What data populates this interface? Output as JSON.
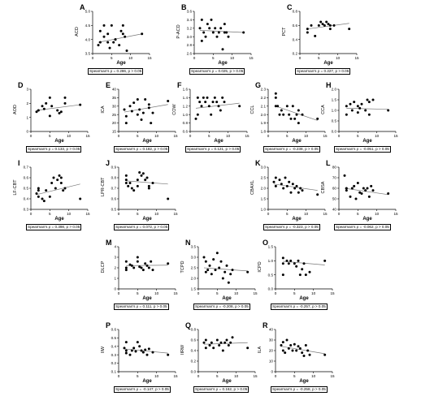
{
  "chart_data": [
    {
      "label": "A",
      "type": "scatter",
      "ylabel": "ACD",
      "xlabel": "Age",
      "yticks": [
        "3.5",
        "4.0",
        "4.5",
        "5.0"
      ],
      "ylim": [
        3.5,
        5.0
      ],
      "xticks": [
        "0",
        "5",
        "10",
        "15"
      ],
      "xlim": [
        0,
        15
      ],
      "x": [
        1.5,
        2,
        2,
        3,
        3,
        4,
        4,
        4.5,
        5,
        5.5,
        6,
        6,
        7,
        7.5,
        8,
        8,
        8.5,
        9,
        13
      ],
      "y": [
        3.8,
        4.3,
        3.9,
        4.5,
        4.1,
        3.9,
        4.2,
        3.7,
        4.5,
        3.9,
        4.0,
        4.0,
        3.8,
        4.3,
        4.5,
        4.2,
        4.1,
        3.6,
        4.2
      ],
      "fit": [
        [
          1.5,
          3.9
        ],
        [
          13,
          4.2
        ]
      ],
      "stat": "Spearman's ρ = 0.286, p > 0.05"
    },
    {
      "label": "B",
      "type": "scatter",
      "ylabel": "P-ACD",
      "xlabel": "Age",
      "yticks": [
        "2.6",
        "2.8",
        "3.0",
        "3.2",
        "3.4",
        "3.6"
      ],
      "ylim": [
        2.6,
        3.6
      ],
      "xticks": [
        "0",
        "5",
        "10",
        "15"
      ],
      "xlim": [
        0,
        15
      ],
      "x": [
        1.5,
        2,
        2,
        2.5,
        3,
        3.5,
        4,
        4.5,
        5,
        5.5,
        6,
        6.5,
        7,
        7.5,
        8,
        8,
        8.5,
        9,
        13
      ],
      "y": [
        3.2,
        3.4,
        2.9,
        3.1,
        3.0,
        3.3,
        3.2,
        3.4,
        3.1,
        3.2,
        3.0,
        3.1,
        3.2,
        2.7,
        3.3,
        3.1,
        3.1,
        3.0,
        3.1
      ],
      "fit": [
        [
          1.5,
          3.15
        ],
        [
          13,
          3.1
        ]
      ],
      "stat": "Spearman's ρ = 0.025, p > 0.05"
    },
    {
      "label": "C",
      "type": "scatter",
      "ylabel": "PCT",
      "xlabel": "Age",
      "yticks": [
        "0.2",
        "0.4",
        "0.6",
        "0.8"
      ],
      "ylim": [
        0.2,
        0.8
      ],
      "xticks": [
        "0",
        "5",
        "10",
        "15"
      ],
      "xlim": [
        0,
        15
      ],
      "x": [
        2,
        2,
        3,
        4,
        5,
        5.5,
        6,
        6.5,
        7,
        7.5,
        8,
        8,
        9,
        13
      ],
      "y": [
        0.55,
        0.5,
        0.6,
        0.45,
        0.6,
        0.65,
        0.62,
        0.6,
        0.65,
        0.62,
        0.6,
        0.55,
        0.6,
        0.55
      ],
      "fit": [
        [
          2,
          0.55
        ],
        [
          13,
          0.63
        ]
      ],
      "stat": "Spearman's ρ = 0.227, p > 0.05"
    },
    {
      "label": "D",
      "type": "scatter",
      "ylabel": "AOD",
      "xlabel": "Age",
      "yticks": [
        "0",
        "1",
        "2",
        "3"
      ],
      "ylim": [
        0,
        3
      ],
      "xticks": [
        "0",
        "5",
        "10",
        "15"
      ],
      "xlim": [
        0,
        15
      ],
      "x": [
        1.5,
        2,
        3,
        3.5,
        4,
        5,
        5,
        5.5,
        7,
        7.5,
        8,
        9,
        9,
        13
      ],
      "y": [
        1.4,
        1.5,
        1.8,
        1.6,
        2.0,
        2.4,
        1.1,
        1.8,
        1.5,
        1.3,
        1.4,
        2.4,
        2.0,
        1.9
      ],
      "fit": [
        [
          1.5,
          1.5
        ],
        [
          13,
          1.9
        ]
      ],
      "stat": "Spearman's ρ = 0.133, p > 0.05"
    },
    {
      "label": "E",
      "type": "scatter",
      "ylabel": "ICA",
      "xlabel": "Age",
      "yticks": [
        "15",
        "20",
        "25",
        "30",
        "35",
        "40"
      ],
      "ylim": [
        15,
        40
      ],
      "xticks": [
        "0",
        "5",
        "10",
        "15"
      ],
      "xlim": [
        0,
        15
      ],
      "x": [
        1.5,
        2,
        2,
        3,
        3.5,
        4,
        5,
        5,
        5.5,
        6,
        6.5,
        7,
        8,
        8,
        8.5,
        9,
        13
      ],
      "y": [
        28,
        24,
        20,
        30,
        27,
        32,
        34,
        25,
        28,
        22,
        26,
        34,
        29,
        31,
        20,
        26,
        33
      ],
      "fit": [
        [
          1.5,
          26.5
        ],
        [
          13,
          31
        ]
      ],
      "stat": "Spearman's ρ = 0.182, p > 0.05"
    },
    {
      "label": "F",
      "type": "scatter",
      "ylabel": "COW",
      "xlabel": "Age",
      "yticks": [
        "0.6",
        "0.8",
        "1.0",
        "1.2",
        "1.4",
        "1.6"
      ],
      "ylim": [
        0.6,
        1.6
      ],
      "xticks": [
        "0",
        "5",
        "10",
        "15"
      ],
      "xlim": [
        0,
        15
      ],
      "x": [
        1.5,
        2,
        2,
        2.5,
        3,
        3.5,
        4,
        4.5,
        5,
        5.5,
        6,
        6.5,
        7,
        7.5,
        8,
        8.5,
        9,
        13
      ],
      "y": [
        0.9,
        1.0,
        1.4,
        1.3,
        1.2,
        1.4,
        1.3,
        1.4,
        1.2,
        1.0,
        1.3,
        1.4,
        1.3,
        1.2,
        1.1,
        1.4,
        1.3,
        1.2
      ],
      "fit": [
        [
          1.5,
          1.15
        ],
        [
          13,
          1.27
        ]
      ],
      "stat": "Spearman's ρ = 0.121, p > 0.05"
    },
    {
      "label": "G",
      "type": "scatter",
      "ylabel": "CCL",
      "xlabel": "Age",
      "yticks": [
        "1.8",
        "1.9",
        "2.0",
        "2.1",
        "2.2",
        "2.3"
      ],
      "ylim": [
        1.8,
        2.3
      ],
      "xticks": [
        "0",
        "5",
        "10",
        "15"
      ],
      "xlim": [
        0,
        15
      ],
      "x": [
        2,
        2,
        2,
        2.5,
        3,
        3.5,
        4,
        5,
        5.5,
        6,
        6.5,
        7,
        7.5,
        8,
        8,
        9,
        13
      ],
      "y": [
        2.25,
        2.2,
        2.1,
        2.1,
        2.0,
        2.05,
        2.0,
        2.1,
        2.0,
        1.95,
        2.1,
        1.95,
        2.0,
        1.9,
        2.05,
        2.0,
        1.95
      ],
      "fit": [
        [
          2,
          2.1
        ],
        [
          13,
          1.93
        ]
      ],
      "stat": "Spearman's ρ = -0.238, p > 0.05"
    },
    {
      "label": "H",
      "type": "scatter",
      "ylabel": "CCA",
      "xlabel": "Age",
      "yticks": [
        "0.0",
        "0.5",
        "1.0",
        "1.5",
        "2.0"
      ],
      "ylim": [
        0,
        2
      ],
      "xticks": [
        "0",
        "5",
        "10",
        "15"
      ],
      "xlim": [
        0,
        15
      ],
      "x": [
        2,
        2,
        3,
        3.5,
        4,
        5,
        5,
        5.5,
        6,
        7,
        7.5,
        8,
        8,
        9,
        13
      ],
      "y": [
        1.2,
        0.8,
        1.3,
        1.0,
        1.4,
        1.2,
        0.9,
        1.1,
        1.3,
        1.0,
        1.5,
        0.8,
        1.4,
        1.5,
        1.0
      ],
      "fit": [
        [
          2,
          1.1
        ],
        [
          13,
          1.05
        ]
      ],
      "stat": "Spearman's ρ = -0.051, p > 0.05"
    },
    {
      "label": "I",
      "type": "scatter",
      "ylabel": "LF-CBT",
      "xlabel": "Age",
      "yticks": [
        "0.3",
        "0.4",
        "0.5",
        "0.6",
        "0.7"
      ],
      "ylim": [
        0.3,
        0.7
      ],
      "xticks": [
        "0",
        "5",
        "10",
        "15"
      ],
      "xlim": [
        0,
        15
      ],
      "x": [
        1.5,
        2,
        2,
        2,
        3,
        3.5,
        4,
        5,
        5.5,
        6,
        6.5,
        7,
        7.5,
        8,
        8,
        8.5,
        9,
        13
      ],
      "y": [
        0.45,
        0.5,
        0.48,
        0.42,
        0.4,
        0.38,
        0.48,
        0.42,
        0.55,
        0.6,
        0.5,
        0.58,
        0.62,
        0.55,
        0.6,
        0.48,
        0.5,
        0.4
      ],
      "fit": [
        [
          1.5,
          0.44
        ],
        [
          13,
          0.54
        ]
      ],
      "stat": "Spearman's ρ = 0.398, p > 0.05"
    },
    {
      "label": "J",
      "type": "scatter",
      "ylabel": "LPR-CBT",
      "xlabel": "Age",
      "yticks": [
        "0.5",
        "0.6",
        "0.7",
        "0.8",
        "0.9"
      ],
      "ylim": [
        0.5,
        0.9
      ],
      "xticks": [
        "0",
        "5",
        "10",
        "15"
      ],
      "xlim": [
        0,
        15
      ],
      "x": [
        2,
        2,
        2,
        2.5,
        3,
        3.5,
        4,
        5,
        5,
        5.5,
        6,
        6.5,
        7,
        7.5,
        8,
        8,
        9,
        13
      ],
      "y": [
        0.82,
        0.78,
        0.75,
        0.72,
        0.75,
        0.7,
        0.68,
        0.72,
        0.78,
        0.85,
        0.82,
        0.84,
        0.78,
        0.8,
        0.72,
        0.7,
        0.75,
        0.6
      ],
      "fit": [
        [
          2,
          0.77
        ],
        [
          13,
          0.74
        ]
      ],
      "stat": "Spearman's ρ = 0.072, p > 0.05"
    },
    {
      "label": "K",
      "type": "scatter",
      "ylabel": "CBAXL",
      "xlabel": "Age",
      "yticks": [
        "1.0",
        "1.5",
        "2.0",
        "2.5",
        "3.0"
      ],
      "ylim": [
        1,
        3
      ],
      "xticks": [
        "0",
        "5",
        "10",
        "15"
      ],
      "xlim": [
        0,
        15
      ],
      "x": [
        1.5,
        2,
        2,
        3,
        3.5,
        4,
        4.5,
        5,
        5.5,
        6,
        6.5,
        7,
        7.5,
        8,
        8.5,
        9,
        13
      ],
      "y": [
        2.3,
        2.5,
        2.1,
        2.4,
        2.2,
        2.0,
        2.5,
        2.1,
        2.3,
        1.8,
        2.2,
        2.0,
        2.1,
        1.8,
        2.0,
        1.9,
        1.7
      ],
      "fit": [
        [
          1.5,
          2.2
        ],
        [
          13,
          1.9
        ]
      ],
      "stat": "Spearman's ρ = -0.323, p > 0.05"
    },
    {
      "label": "L",
      "type": "scatter",
      "ylabel": "CBSA",
      "xlabel": "Age",
      "yticks": [
        "40",
        "50",
        "60",
        "70",
        "80"
      ],
      "ylim": [
        40,
        80
      ],
      "xticks": [
        "0",
        "5",
        "10",
        "15"
      ],
      "xlim": [
        0,
        15
      ],
      "x": [
        1.5,
        2,
        2,
        3,
        3.5,
        4,
        4.5,
        5,
        5.5,
        6,
        6.5,
        7,
        7.5,
        8,
        8.5,
        9,
        13
      ],
      "y": [
        72,
        60,
        58,
        52,
        60,
        62,
        50,
        65,
        56,
        55,
        60,
        58,
        60,
        52,
        62,
        58,
        55
      ],
      "fit": [
        [
          1.5,
          60
        ],
        [
          13,
          54
        ]
      ],
      "stat": "Spearman's ρ = -0.062, p > 0.05"
    },
    {
      "label": "M",
      "type": "scatter",
      "ylabel": "DLCP",
      "xlabel": "Age",
      "yticks": [
        "0",
        "1",
        "2",
        "3",
        "4"
      ],
      "ylim": [
        0,
        4
      ],
      "xticks": [
        "0",
        "5",
        "10",
        "15"
      ],
      "xlim": [
        0,
        15
      ],
      "x": [
        2,
        2,
        2,
        3,
        3.5,
        4,
        5,
        5,
        5.5,
        6,
        6.5,
        7,
        7.5,
        8,
        8.5,
        9,
        13
      ],
      "y": [
        2.6,
        2.0,
        1.8,
        2.3,
        2.2,
        2.0,
        3.0,
        2.6,
        2.1,
        2.0,
        1.8,
        2.4,
        2.2,
        2.0,
        2.6,
        1.8,
        2.4
      ],
      "fit": [
        [
          2,
          2.2
        ],
        [
          13,
          2.25
        ]
      ],
      "stat": "Spearman's ρ = 0.111, p > 0.05"
    },
    {
      "label": "N",
      "type": "scatter",
      "ylabel": "TCPD",
      "xlabel": "Age",
      "yticks": [
        "1.5",
        "2.0",
        "2.5",
        "3.0",
        "3.5"
      ],
      "ylim": [
        1.5,
        3.5
      ],
      "xticks": [
        "0",
        "5",
        "10",
        "15"
      ],
      "xlim": [
        0,
        15
      ],
      "x": [
        1.5,
        2,
        2,
        2.5,
        3,
        3.5,
        4,
        4.5,
        5,
        5.5,
        6,
        6.5,
        7,
        7.5,
        8,
        8.5,
        9,
        13
      ],
      "y": [
        3.0,
        2.8,
        2.3,
        2.4,
        2.6,
        2.2,
        2.9,
        2.4,
        3.2,
        2.5,
        2.8,
        2.0,
        2.3,
        2.6,
        1.8,
        2.2,
        2.4,
        2.3
      ],
      "fit": [
        [
          1.5,
          2.5
        ],
        [
          13,
          2.35
        ]
      ],
      "stat": "Spearman's ρ = -0.208, p > 0.05"
    },
    {
      "label": "O",
      "type": "scatter",
      "ylabel": "ICPD",
      "xlabel": "Age",
      "yticks": [
        "0.0",
        "0.5",
        "1.0",
        "1.5"
      ],
      "ylim": [
        0,
        1.5
      ],
      "xticks": [
        "0",
        "5",
        "10",
        "15"
      ],
      "xlim": [
        0,
        15
      ],
      "x": [
        2,
        2,
        2,
        3,
        3.5,
        4,
        5,
        5.5,
        6,
        6.5,
        7,
        7.5,
        8,
        9,
        13
      ],
      "y": [
        1.1,
        0.9,
        0.5,
        1.0,
        0.9,
        1.0,
        0.9,
        0.8,
        1.0,
        0.5,
        0.7,
        0.9,
        0.5,
        0.6,
        1.0
      ],
      "fit": [
        [
          2,
          0.98
        ],
        [
          13,
          0.85
        ]
      ],
      "stat": "Spearman's ρ = -0.257, p > 0.05"
    },
    {
      "label": "P",
      "type": "scatter",
      "ylabel": "IIW",
      "xlabel": "Age",
      "yticks": [
        "0.1",
        "0.2",
        "0.3",
        "0.4",
        "0.5",
        "0.6"
      ],
      "ylim": [
        0.1,
        0.6
      ],
      "xticks": [
        "0",
        "5",
        "10",
        "15"
      ],
      "xlim": [
        0,
        15
      ],
      "x": [
        1.5,
        2,
        2,
        2,
        3,
        3.5,
        4,
        4.5,
        5,
        5.5,
        6,
        6.5,
        7,
        7.5,
        8,
        9,
        13
      ],
      "y": [
        0.38,
        0.45,
        0.35,
        0.32,
        0.3,
        0.35,
        0.38,
        0.34,
        0.45,
        0.4,
        0.35,
        0.33,
        0.36,
        0.3,
        0.37,
        0.33,
        0.3
      ],
      "fit": [
        [
          1.5,
          0.37
        ],
        [
          13,
          0.32
        ]
      ],
      "stat": "Spearman's ρ = -0.147, p > 0.05"
    },
    {
      "label": "Q",
      "type": "scatter",
      "ylabel": "IIRW",
      "xlabel": "Age",
      "yticks": [
        "0.0",
        "0.2",
        "0.4",
        "0.6",
        "0.8"
      ],
      "ylim": [
        0,
        0.8
      ],
      "xticks": [
        "0",
        "5",
        "10",
        "15"
      ],
      "xlim": [
        0,
        15
      ],
      "x": [
        1.5,
        2,
        2,
        3,
        3.5,
        4,
        5,
        5.5,
        6,
        6.5,
        7,
        7.5,
        8,
        8.5,
        9,
        13
      ],
      "y": [
        0.55,
        0.45,
        0.6,
        0.5,
        0.55,
        0.45,
        0.6,
        0.5,
        0.55,
        0.4,
        0.55,
        0.6,
        0.5,
        0.55,
        0.65,
        0.45
      ],
      "fit": [
        [
          1.5,
          0.52
        ],
        [
          13,
          0.55
        ]
      ],
      "stat": "Spearman's ρ = 0.162, p > 0.05"
    },
    {
      "label": "R",
      "type": "scatter",
      "ylabel": "ILA",
      "xlabel": "Age",
      "yticks": [
        "0",
        "10",
        "20",
        "30",
        "40"
      ],
      "ylim": [
        0,
        40
      ],
      "xticks": [
        "0",
        "5",
        "10",
        "15"
      ],
      "xlim": [
        0,
        15
      ],
      "x": [
        1.5,
        2,
        2,
        2.5,
        3,
        3.5,
        4,
        4.5,
        5,
        5.5,
        6,
        6.5,
        7,
        7.5,
        8,
        8.5,
        9,
        13
      ],
      "y": [
        25,
        28,
        20,
        18,
        30,
        22,
        25,
        20,
        26,
        20,
        24,
        22,
        18,
        15,
        25,
        20,
        16,
        16
      ],
      "fit": [
        [
          1.5,
          24
        ],
        [
          13,
          17
        ]
      ],
      "stat": "Spearman's ρ = -0.258, p > 0.05"
    }
  ]
}
